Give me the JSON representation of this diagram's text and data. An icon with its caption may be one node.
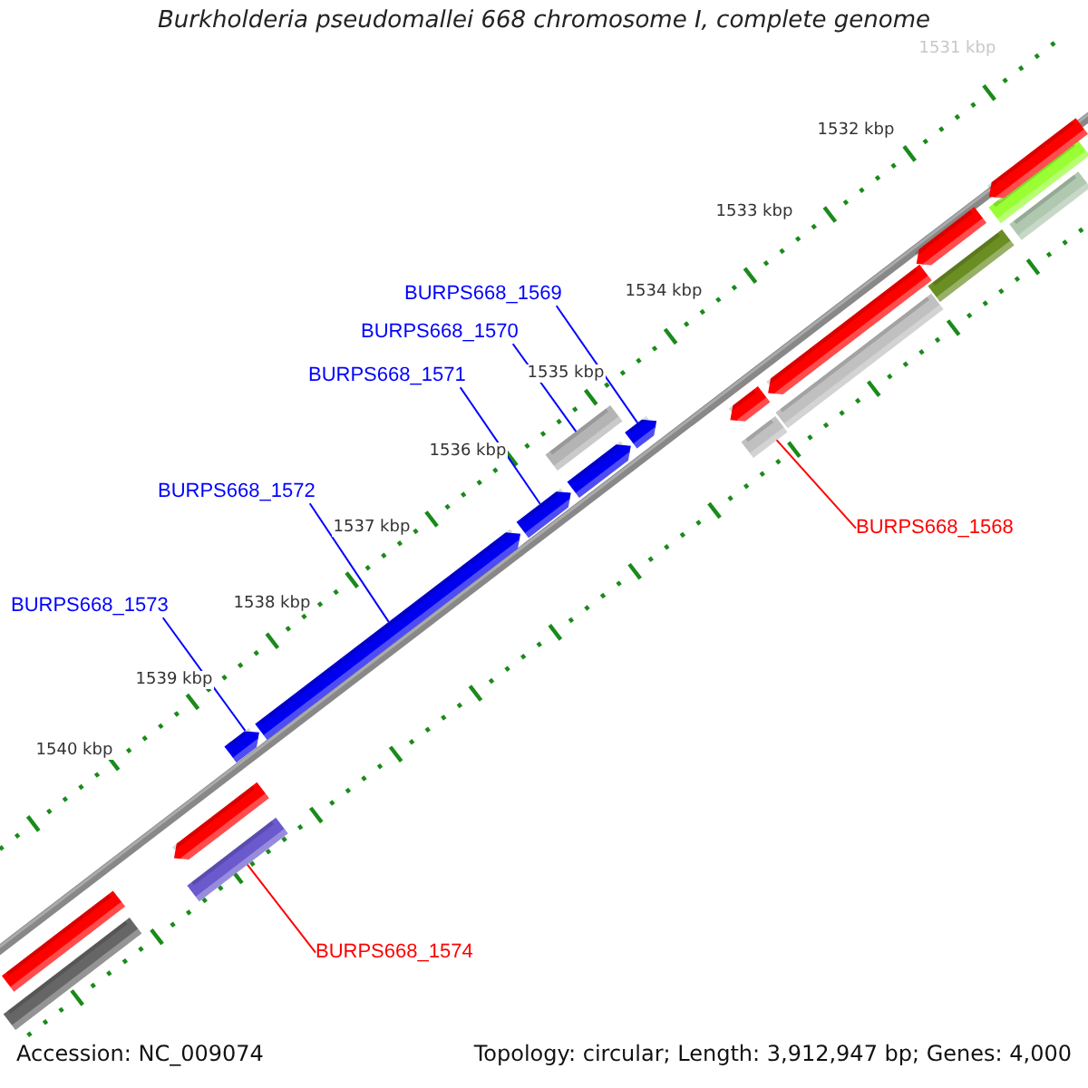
{
  "diagram": {
    "title": "Burkholderia pseudomallei 668 chromosome I, complete genome",
    "nodes": [
      {
        "text": [
          "BURPS668_1569"
        ]
      },
      {
        "text": [
          "BURPS668_1570"
        ]
      },
      {
        "text": [
          "BURPS668_1571"
        ]
      },
      {
        "text": [
          "BURPS668_1572"
        ]
      },
      {
        "text": [
          "BURPS668_1568"
        ]
      },
      {
        "text": [
          "BURPS668_1573"
        ]
      },
      {
        "text": [
          "BURPS668_1574"
        ]
      },
      {
        "text": [],
        "shape": "bar"
      },
      {
        "text": [],
        "shape": "pentagon"
      },
      {
        "text": [],
        "shape": "pentagon"
      },
      {
        "text": [],
        "shape": "bar"
      },
      {
        "text": [],
        "shape": "pentagon"
      },
      {
        "text": [],
        "shape": "pentagon"
      },
      {
        "text": [],
        "shape": "bar"
      },
      {
        "text": [],
        "shape": "bar"
      },
      {
        "text": [],
        "shape": "pentagon"
      },
      {
        "text": [],
        "shape": "bar"
      },
      {
        "text": [],
        "shape": "pentagon"
      },
      {
        "text": [],
        "shape": "pentagon"
      },
      {
        "text": [],
        "shape": "pentagon"
      },
      {
        "text": [],
        "shape": "pentagon"
      },
      {
        "text": [],
        "shape": "pentagon"
      },
      {
        "text": [],
        "shape": "bar"
      },
      {
        "text": [],
        "shape": "bar"
      },
      {
        "text": [],
        "shape": "bar"
      },
      {
        "text": [],
        "shape": "bar"
      }
    ],
    "edges": [
      {
        "from": 0,
        "to": 11,
        "arrow": "none"
      },
      {
        "from": 1,
        "to": 14,
        "arrow": "none"
      },
      {
        "from": 2,
        "to": 18,
        "arrow": "none"
      },
      {
        "from": 3,
        "to": 19,
        "arrow": "none"
      },
      {
        "from": 4,
        "to": 16,
        "arrow": "none",
        "color": "#ff0000"
      },
      {
        "from": 5,
        "to": 20,
        "arrow": "none"
      },
      {
        "from": 6,
        "to": 22,
        "arrow": "none",
        "color": "#ff0000"
      }
    ],
    "labels": [
      "1531 kbp",
      "1532 kbp",
      "1533 kbp",
      "1534 kbp",
      "1535 kbp",
      "1536 kbp",
      "1537 kbp",
      "1538 kbp",
      "1539 kbp",
      "1540 kbp",
      "Accession: NC_009074",
      "Topology: circular; Length: 3,912,947 bp; Genes: 4,000"
    ]
  }
}
